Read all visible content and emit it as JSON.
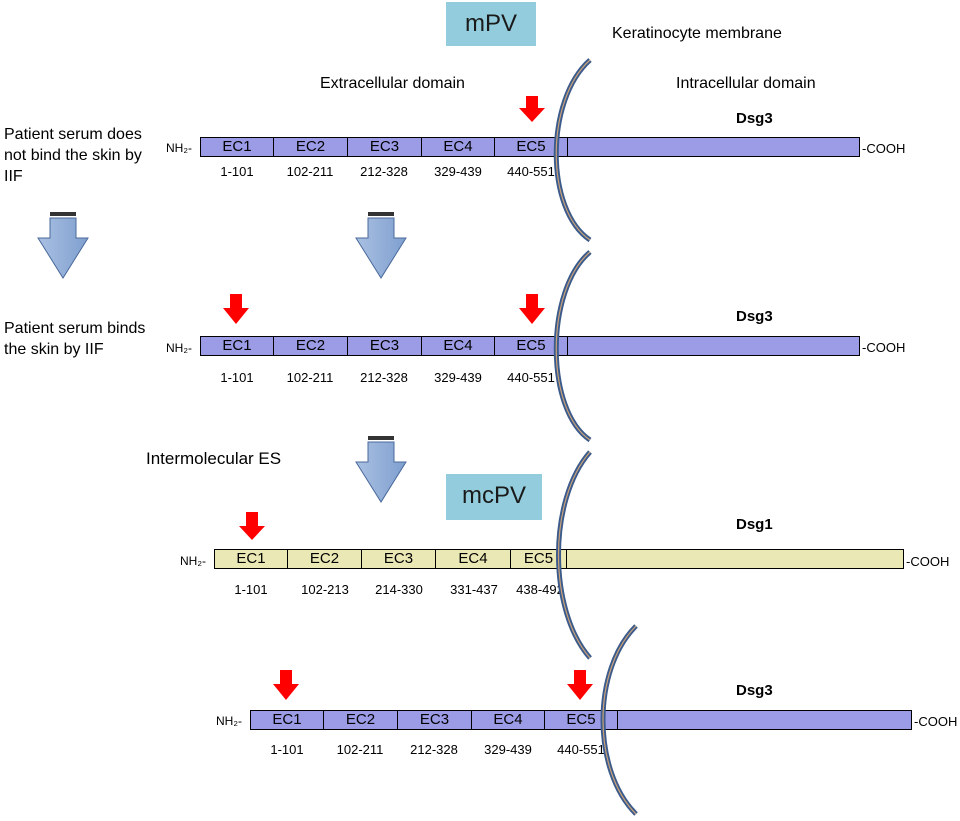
{
  "labels": {
    "mpv": "mPV",
    "mcpv": "mcPV",
    "membrane": "Keratinocyte membrane",
    "extracellular": "Extracellular  domain",
    "intracellular": "Intracellular  domain",
    "intermolecular": "Intermolecular ES",
    "no_bind": "Patient serum does not bind the skin by IIF",
    "binds": "Patient serum binds the skin by IIF",
    "nh2": "NH₂-",
    "cooh": "-COOH"
  },
  "proteins": [
    {
      "name": "Dsg3",
      "color": "#9b9be6",
      "domains": [
        "EC1",
        "EC2",
        "EC3",
        "EC4",
        "EC5"
      ],
      "ranges": [
        "1-101",
        "102-211",
        "212-328",
        "329-439",
        "440-551"
      ],
      "arrows": [
        "EC5"
      ]
    },
    {
      "name": "Dsg3",
      "color": "#9b9be6",
      "domains": [
        "EC1",
        "EC2",
        "EC3",
        "EC4",
        "EC5"
      ],
      "ranges": [
        "1-101",
        "102-211",
        "212-328",
        "329-439",
        "440-551"
      ],
      "arrows": [
        "EC1",
        "EC5"
      ]
    },
    {
      "name": "Dsg1",
      "color": "#eae8b5",
      "domains": [
        "EC1",
        "EC2",
        "EC3",
        "EC4",
        "EC5"
      ],
      "ranges": [
        "1-101",
        "102-213",
        "214-330",
        "331-437",
        "438-492"
      ],
      "arrows": [
        "EC1"
      ]
    },
    {
      "name": "Dsg3",
      "color": "#9b9be6",
      "domains": [
        "EC1",
        "EC2",
        "EC3",
        "EC4",
        "EC5"
      ],
      "ranges": [
        "1-101",
        "102-211",
        "212-328",
        "329-439",
        "440-551"
      ],
      "arrows": [
        "EC1",
        "EC5"
      ]
    }
  ],
  "colors": {
    "tag_bg": "#93cddd",
    "arrow_red": "#ff0000",
    "down_arrow": "#8aa9d4",
    "membrane": "#3b5b8c"
  }
}
